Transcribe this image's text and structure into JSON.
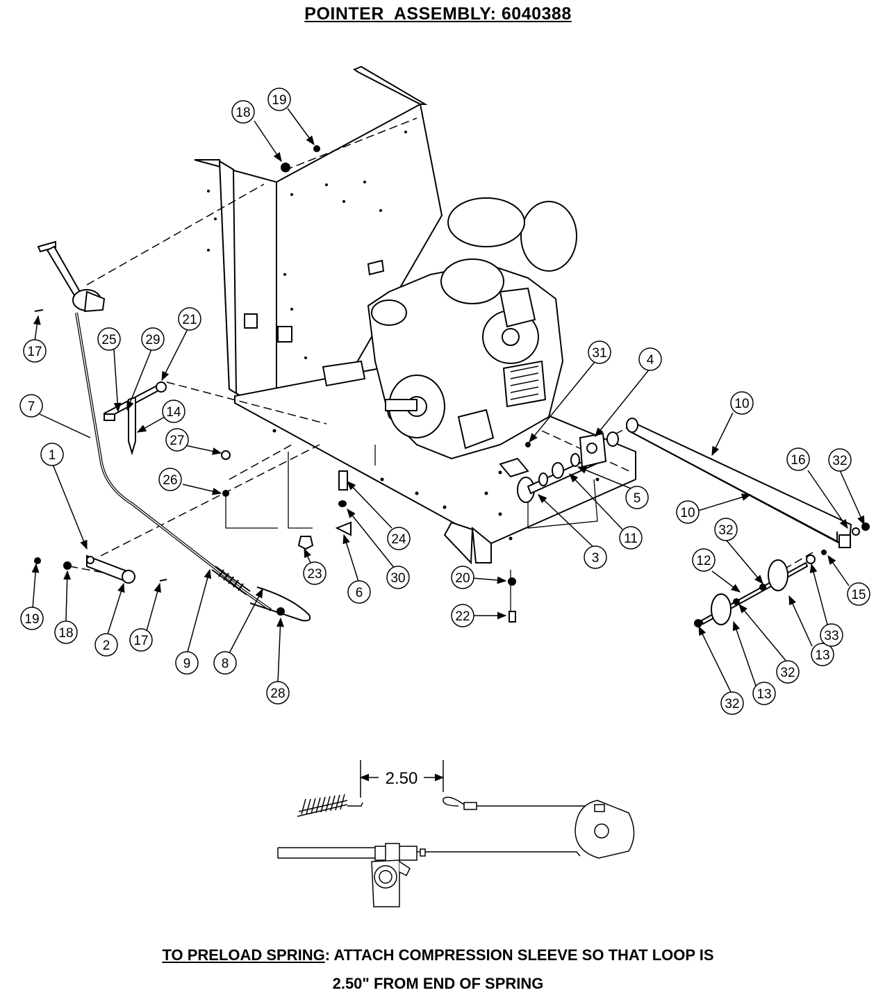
{
  "title": "POINTER  ASSEMBLY: 6040388",
  "callouts": {
    "c1": "1",
    "c2": "2",
    "c3": "3",
    "c4": "4",
    "c5": "5",
    "c6": "6",
    "c7": "7",
    "c8": "8",
    "c9": "9",
    "c10a": "10",
    "c10b": "10",
    "c11": "11",
    "c12": "12",
    "c13a": "13",
    "c13b": "13",
    "c14": "14",
    "c15": "15",
    "c16": "16",
    "c17a": "17",
    "c17b": "17",
    "c18a": "18",
    "c18b": "18",
    "c19a": "19",
    "c19b": "19",
    "c20": "20",
    "c21": "21",
    "c22": "22",
    "c23": "23",
    "c24": "24",
    "c25": "25",
    "c26": "26",
    "c27": "27",
    "c28": "28",
    "c29": "29",
    "c30": "30",
    "c31": "31",
    "c32a": "32",
    "c32b": "32",
    "c32c": "32",
    "c32d": "32",
    "c33": "33"
  },
  "detail": {
    "dimension": "2.50"
  },
  "note": {
    "lead": "TO PRELOAD SPRING",
    "line1_rest": ": ATTACH COMPRESSION SLEEVE SO THAT LOOP IS",
    "line2": "2.50\" FROM END OF SPRING"
  }
}
